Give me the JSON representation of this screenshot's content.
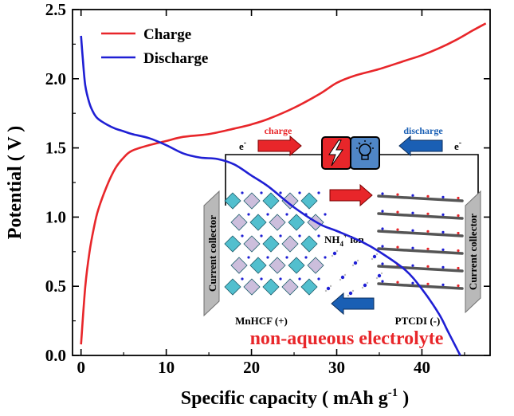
{
  "chart_data": {
    "type": "line",
    "xlabel": "Specific capacity ( mAh g",
    "xlabel_sup": "-1",
    "xlabel_end": " )",
    "ylabel": "Potential ( V )",
    "xlim": [
      -1,
      48
    ],
    "ylim": [
      0,
      2.5
    ],
    "xticks": [
      0,
      10,
      20,
      30,
      40
    ],
    "yticks": [
      "0.0",
      "0.5",
      "1.0",
      "1.5",
      "2.0",
      "2.5"
    ],
    "grid": false,
    "legend_position": "top-left",
    "series": [
      {
        "name": "Charge",
        "color": "#e8262a",
        "x": [
          0,
          0.5,
          1,
          1.5,
          2,
          3,
          4,
          5,
          6,
          8,
          10,
          12,
          15,
          18,
          20,
          22,
          25,
          28,
          30,
          32,
          35,
          38,
          40,
          42,
          44,
          46,
          47.5
        ],
        "y": [
          0.08,
          0.5,
          0.75,
          0.92,
          1.05,
          1.22,
          1.35,
          1.43,
          1.48,
          1.52,
          1.55,
          1.58,
          1.6,
          1.64,
          1.67,
          1.71,
          1.79,
          1.89,
          1.97,
          2.02,
          2.07,
          2.13,
          2.17,
          2.22,
          2.28,
          2.35,
          2.4
        ]
      },
      {
        "name": "Discharge",
        "color": "#1f1fd4",
        "x": [
          0,
          0.2,
          0.5,
          1,
          1.5,
          2,
          3,
          4,
          5,
          6,
          8,
          10,
          12,
          14,
          16,
          18,
          20,
          22,
          25,
          28,
          30,
          33,
          35,
          38,
          40,
          42,
          43,
          44,
          44.5
        ],
        "y": [
          2.31,
          2.15,
          1.95,
          1.82,
          1.75,
          1.71,
          1.67,
          1.64,
          1.62,
          1.6,
          1.57,
          1.52,
          1.46,
          1.43,
          1.42,
          1.38,
          1.3,
          1.22,
          1.07,
          0.95,
          0.9,
          0.82,
          0.75,
          0.62,
          0.48,
          0.3,
          0.18,
          0.06,
          0.0
        ]
      }
    ]
  },
  "inset": {
    "electrolyte_label": "non-aqueous electrolyte",
    "cathode_label": "MnHCF (+)",
    "anode_label": "PTCDI (-)",
    "ion_label": "NH",
    "ion_sub": "4",
    "ion_sup": "+",
    "ion_suffix": " ion",
    "charge_label": "charge",
    "discharge_label": "discharge",
    "electron_left": "e",
    "electron_right": "e",
    "electron_sup": "-",
    "collector_left": "Current collector",
    "collector_right": "Current collector",
    "colors": {
      "charge": "#e8262a",
      "discharge": "#1a5fb4",
      "battery_left": "#e8262a",
      "battery_right": "#4f86c6",
      "crystal": "#3fb8c9",
      "collector": "#b9b9b9"
    }
  }
}
